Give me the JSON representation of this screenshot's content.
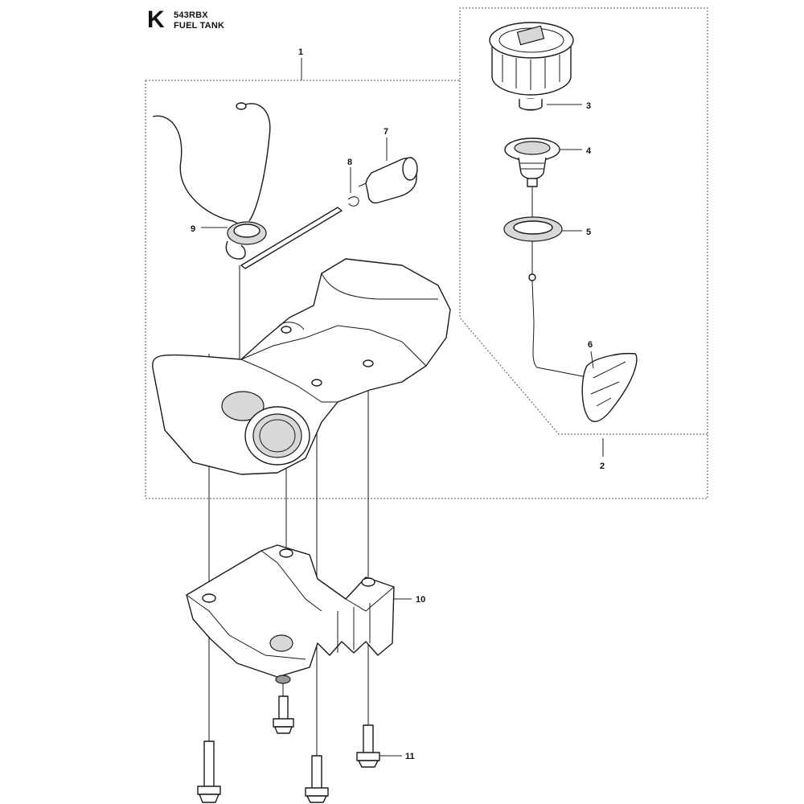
{
  "header": {
    "letter": "K",
    "model": "543RBX",
    "title": "FUEL TANK"
  },
  "callouts": {
    "c1": "1",
    "c2": "2",
    "c3": "3",
    "c4": "4",
    "c5": "5",
    "c6": "6",
    "c7": "7",
    "c8": "8",
    "c9": "9",
    "c10": "10",
    "c11": "11"
  }
}
